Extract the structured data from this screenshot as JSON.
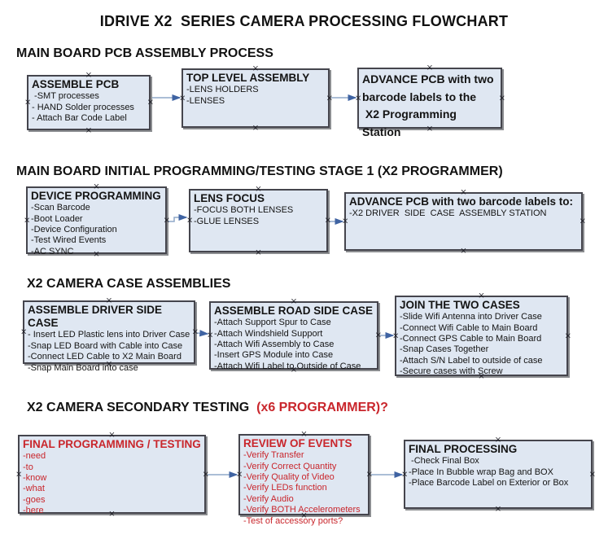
{
  "title": "IDRIVE X2  SERIES CAMERA PROCESSING FLOWCHART",
  "colors": {
    "accent_red": "#c9262c",
    "box_fill": "#dfe7f2",
    "box_border": "#45454d",
    "arrow_line": "#8fa8c9",
    "arrow_head": "#3f63a2"
  },
  "icons": {
    "anchor_glyph": "×"
  },
  "sections": [
    {
      "header_text": "MAIN BOARD PCB ASSEMBLY PROCESS",
      "header_red": "",
      "boxes": [
        {
          "title": "ASSEMBLE PCB",
          "items": [
            " -SMT processes",
            "- HAND Solder processes",
            "- Attach Bar Code Label"
          ]
        },
        {
          "title": "TOP LEVEL ASSEMBLY",
          "items": [
            "-LENS HOLDERS",
            "-LENSES"
          ]
        },
        {
          "title": "ADVANCE PCB with two\nbarcode labels to the\n X2 Programming Station",
          "items": []
        }
      ]
    },
    {
      "header_text": "MAIN BOARD INITIAL PROGRAMMING/TESTING STAGE 1 (X2 PROGRAMMER)",
      "header_red": "",
      "boxes": [
        {
          "title": "DEVICE PROGRAMMING",
          "items": [
            "-Scan Barcode",
            "-Boot Loader",
            "-Device Configuration",
            "-Test Wired Events",
            "-AC SYNC"
          ]
        },
        {
          "title": "LENS FOCUS",
          "items": [
            "-FOCUS BOTH LENSES",
            "-GLUE LENSES"
          ]
        },
        {
          "title": "ADVANCE PCB with two barcode labels to:",
          "items": [
            "-X2 DRIVER  SIDE  CASE  ASSEMBLY STATION"
          ]
        }
      ]
    },
    {
      "header_text": "X2 CAMERA CASE ASSEMBLIES",
      "header_red": "",
      "boxes": [
        {
          "title": "ASSEMBLE DRIVER SIDE CASE",
          "items": [
            "- Insert LED Plastic lens into Driver Case",
            "-Snap LED Board with Cable into Case",
            "-Connect LED Cable to X2 Main Board",
            "-Snap Main Board into case"
          ]
        },
        {
          "title": "ASSEMBLE ROAD SIDE CASE",
          "items": [
            "-Attach Support Spur to Case",
            "-Attach Windshield Support",
            "-Attach Wifi Assembly to Case",
            "-Insert GPS Module into Case",
            "-Attach Wifi Label to Outside of Case"
          ]
        },
        {
          "title": "JOIN THE TWO CASES",
          "items": [
            "-Slide Wifi Antenna into Driver Case",
            "-Connect Wifi Cable to Main Board",
            "-Connect GPS Cable to Main Board",
            "-Snap Cases Together",
            "-Attach S/N Label to outside of case",
            "-Secure cases with Screw"
          ]
        }
      ]
    },
    {
      "header_text": "X2 CAMERA SECONDARY TESTING  ",
      "header_red": "(x6 PROGRAMMER)?",
      "boxes": [
        {
          "title": "FINAL PROGRAMMING / TESTING",
          "color": "red",
          "items": [
            "-need",
            "-to",
            "-know",
            "-what",
            "-goes",
            "-here"
          ]
        },
        {
          "title": "REVIEW OF EVENTS",
          "color": "red",
          "items": [
            "-Verify Transfer",
            "-Verify Correct Quantity",
            "-Verify Quality of Video",
            "-Verify LEDs function",
            "-Verify Audio",
            "-Verify BOTH Accelerometers",
            "-Test of accessory ports?"
          ]
        },
        {
          "title": "FINAL PROCESSING",
          "items": [
            " -Check Final Box",
            "-Place In Bubble wrap Bag and BOX",
            "-Place Barcode Label on Exterior or Box"
          ]
        }
      ]
    }
  ]
}
